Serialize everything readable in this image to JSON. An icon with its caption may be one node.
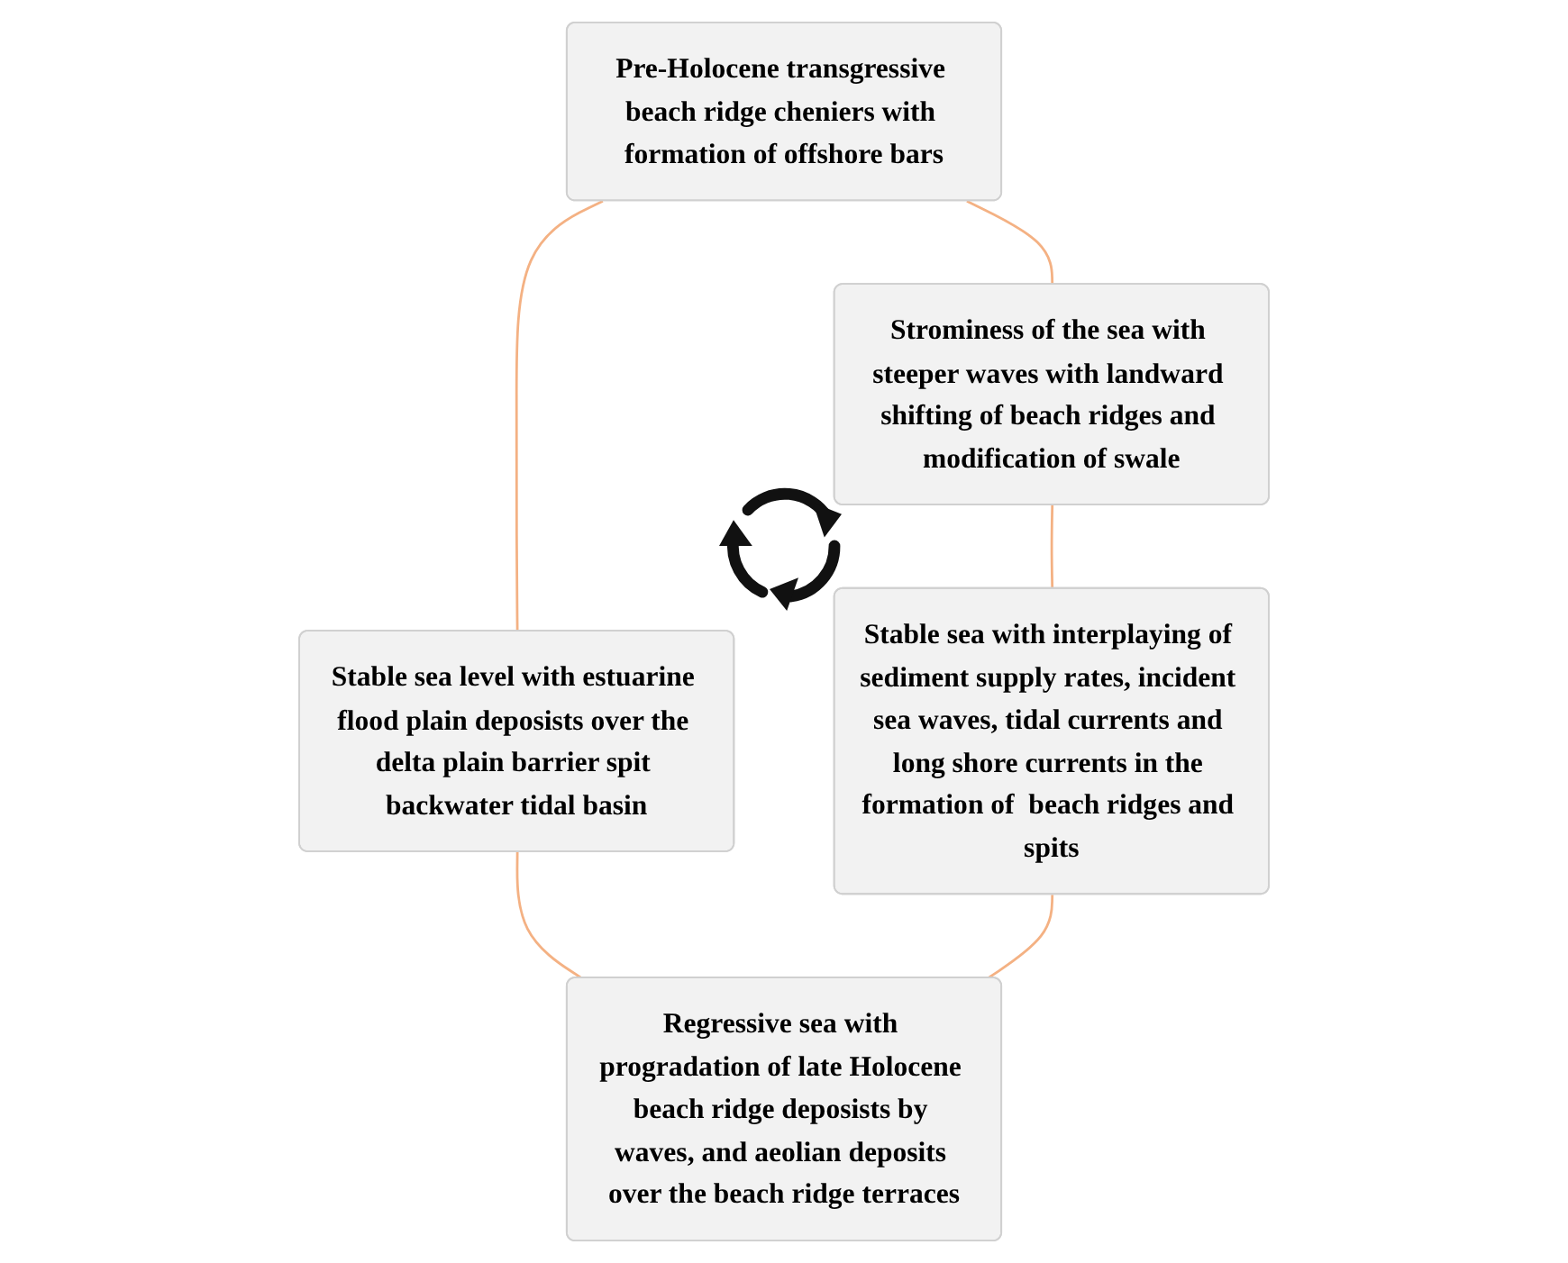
{
  "diagram": {
    "nodes": [
      {
        "text": [
          "Pre-Holocene transgressive beach ridge cheniers with formation of offshore bars"
        ]
      },
      {
        "text": [
          "Strominess of the sea with steeper waves with landward shifting of beach ridges and modification of swale"
        ]
      },
      {
        "text": [
          "Stable sea level with estuarine flood plain deposists over the delta plain barrier spit backwater tidal basin"
        ]
      },
      {
        "text": [
          "Stable sea with interplaying of sediment supply rates, incident sea waves, tidal currents and long shore currents in the formation of  beach ridges and spits"
        ]
      },
      {
        "text": [
          "Regressive sea with progradation of late Holocene beach ridge deposists by waves, and aeolian deposits over the beach ridge terraces"
        ]
      }
    ],
    "edges": [
      {
        "from": 0,
        "to": 1,
        "arrow": "none",
        "color": "#f4b183"
      },
      {
        "from": 1,
        "to": 3,
        "arrow": "none",
        "color": "#f4b183"
      },
      {
        "from": 0,
        "to": 2,
        "arrow": "none",
        "color": "#f4b183"
      },
      {
        "from": 2,
        "to": 4,
        "arrow": "none",
        "color": "#f4b183"
      },
      {
        "from": 3,
        "to": 4,
        "arrow": "none",
        "color": "#f4b183"
      }
    ]
  }
}
